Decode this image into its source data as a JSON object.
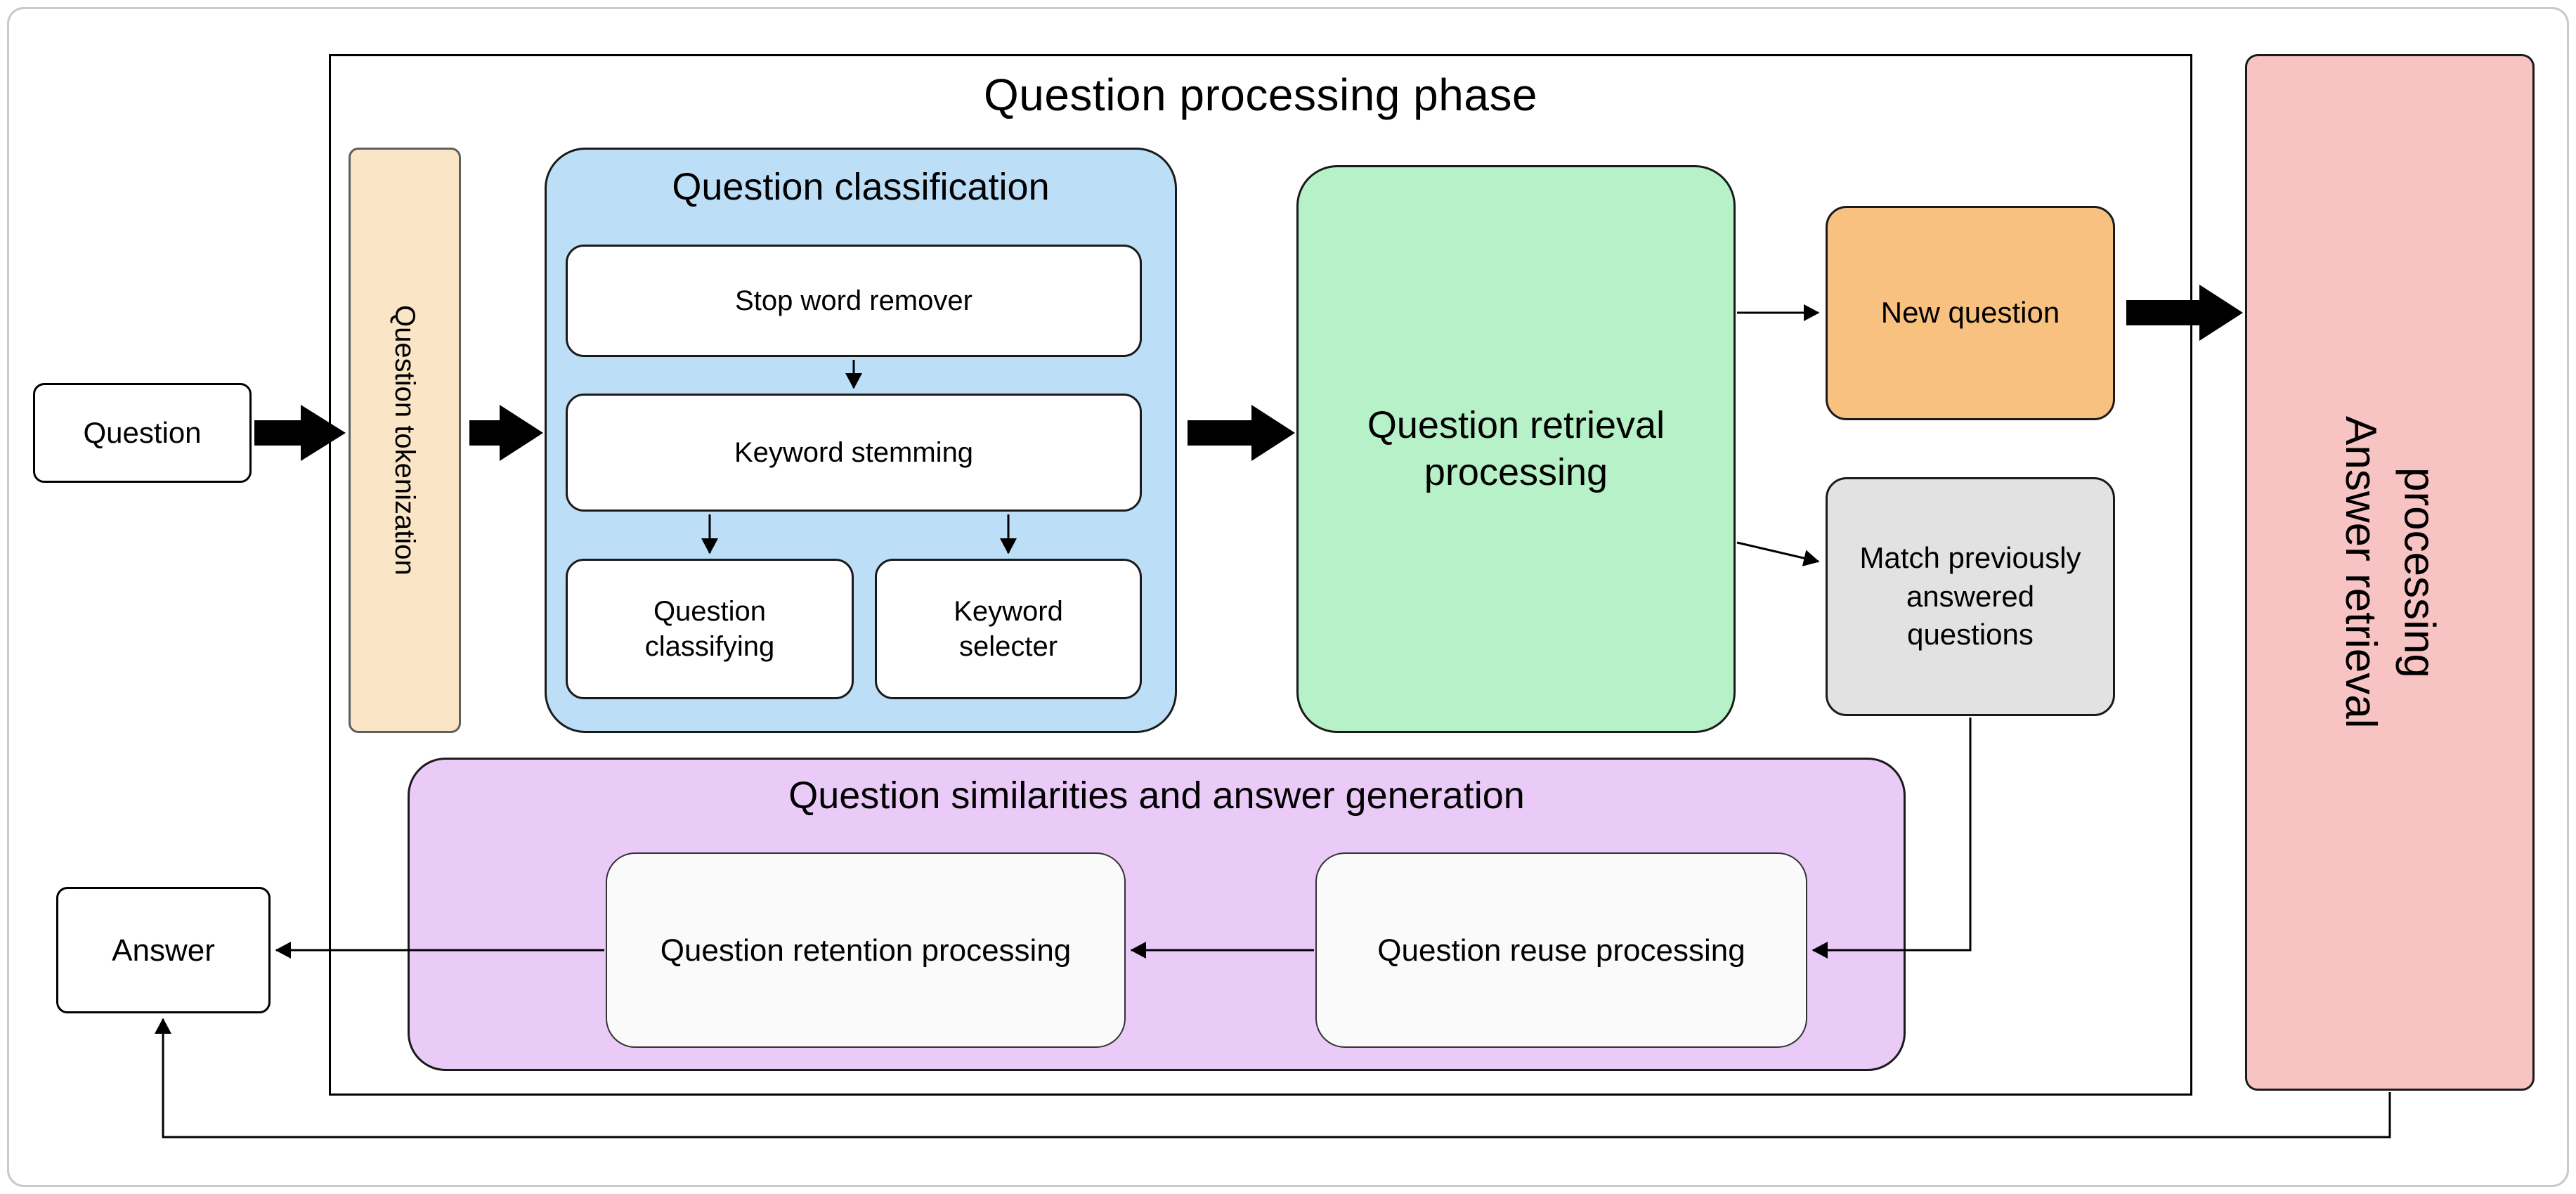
{
  "diagram": {
    "title": "Question processing phase",
    "nodes": {
      "question": "Question",
      "question_tokenization": "Question tokenization",
      "question_classification_title": "Question classification",
      "stop_word_remover": "Stop word remover",
      "keyword_stemming": "Keyword stemming",
      "question_classifying": "Question classifying",
      "keyword_selecter": "Keyword selecter",
      "question_retrieval_processing": "Question retrieval processing",
      "new_question": "New question",
      "match_previously_answered": "Match previously answered questions",
      "answer_retrieval_processing": "Answer retrieval processing",
      "similarities_title": "Question similarities and answer generation",
      "question_retention_processing": "Question retention processing",
      "question_reuse_processing": "Question reuse processing",
      "answer": "Answer"
    },
    "colors": {
      "tokenization": "#FAE5C6",
      "classification": "#BCDFF7",
      "retrieval": "#B7F1C7",
      "new_question": "#F8C180",
      "match": "#E2E2E2",
      "answer_retrieval": "#F8C3C3",
      "similarities": "#EACAF7",
      "subprocess": "#FAFAFA",
      "connector": "#000000"
    }
  }
}
